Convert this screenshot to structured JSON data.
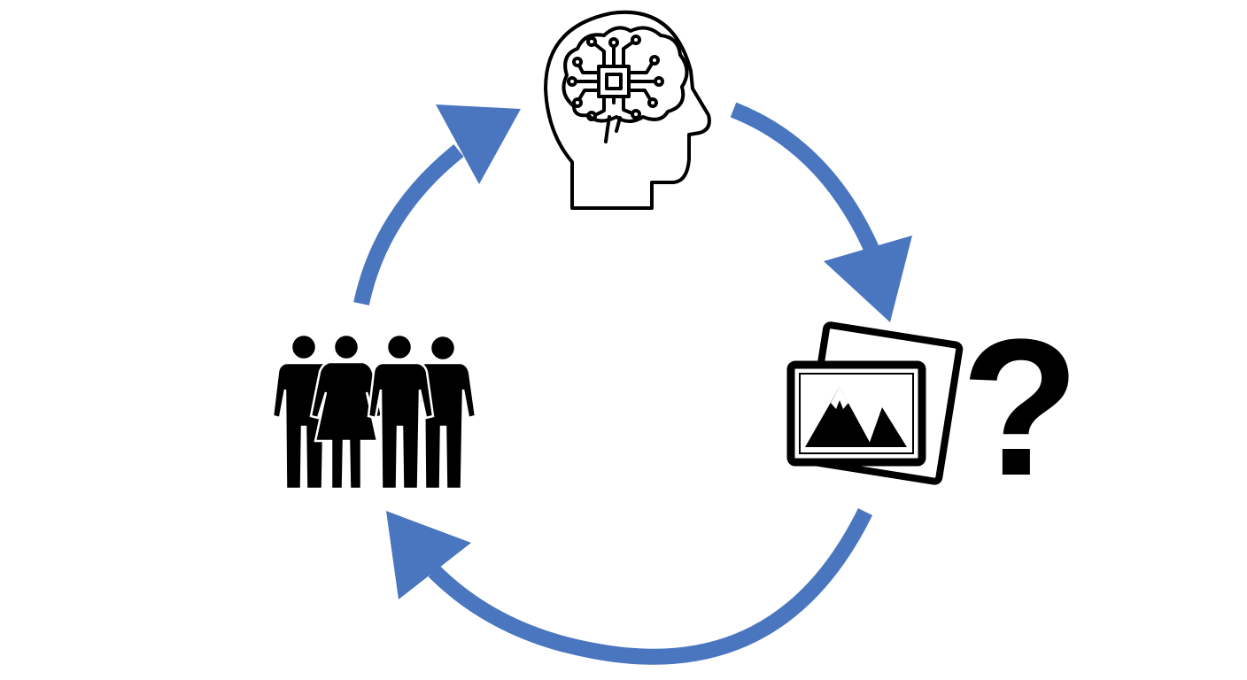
{
  "colors": {
    "arrow": "#4a76c0",
    "icon": "#000000",
    "background": "#ffffff"
  },
  "nodes": [
    {
      "id": "ai",
      "icon": "ai-brain-head-icon"
    },
    {
      "id": "image",
      "icon": "image-stack-icon",
      "label": "?"
    },
    {
      "id": "people",
      "icon": "people-group-icon"
    }
  ],
  "edges": [
    {
      "from": "people",
      "to": "ai"
    },
    {
      "from": "ai",
      "to": "image"
    },
    {
      "from": "image",
      "to": "people"
    }
  ]
}
